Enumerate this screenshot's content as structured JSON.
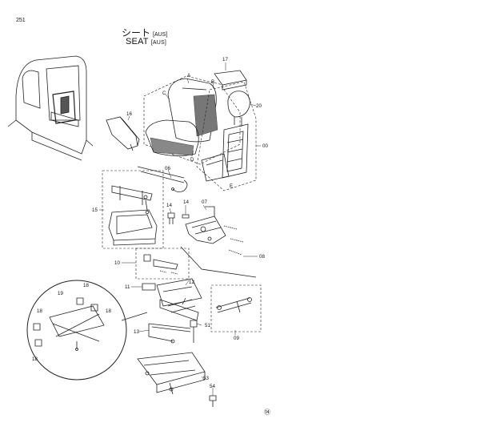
{
  "page": {
    "number": "251"
  },
  "title": {
    "japanese": "シート",
    "english": "SEAT",
    "region_tag": "[AUS]"
  },
  "callouts": {
    "a": "A",
    "b": "B",
    "c": "C",
    "d": "D",
    "e": "E",
    "p00": "00",
    "p06": "06",
    "p07": "07",
    "p08": "08",
    "p09": "09",
    "p10": "10",
    "p11": "11",
    "p12": "12",
    "p13": "13",
    "p14a": "14",
    "p14b": "14",
    "p15": "15",
    "p16": "16",
    "p17": "17",
    "p18a": "18",
    "p18b": "18",
    "p18c": "18",
    "p18d": "18",
    "p19": "19",
    "p20": "20",
    "p51": "51",
    "p53": "53",
    "p54": "54"
  },
  "corner_mark": "⑭"
}
